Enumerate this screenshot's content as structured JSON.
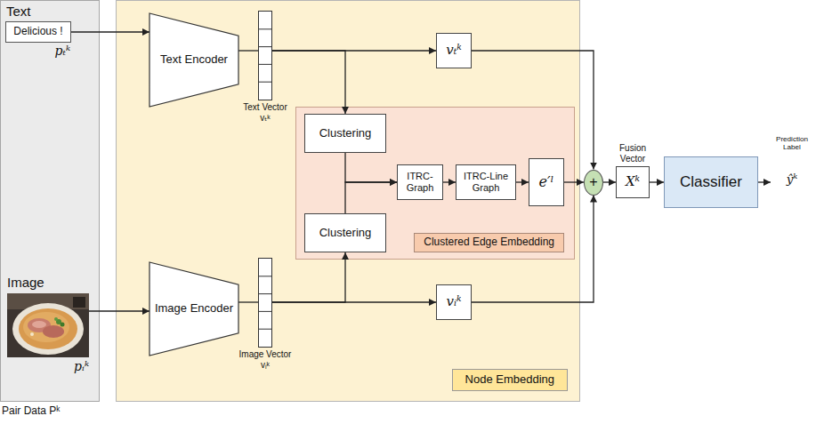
{
  "diagram": {
    "nodes": [
      {
        "text": [
          "Pair Data Pᵏ"
        ]
      },
      {
        "text": [
          "Text",
          "Delicious !",
          "pₜᵏ"
        ],
        "in": 0
      },
      {
        "text": [
          "Image",
          "pᵢᵏ"
        ],
        "in": 0
      },
      {
        "text": [
          "Node Embedding"
        ]
      },
      {
        "text": [
          "Text Encoder"
        ],
        "in": 3
      },
      {
        "text": [
          "Text Vector vₜᵏ"
        ],
        "in": 3
      },
      {
        "text": [
          "Image Encoder"
        ],
        "in": 3
      },
      {
        "text": [
          "Image Vector vᵢᵏ"
        ],
        "in": 3
      },
      {
        "text": [
          "vₜᵏ"
        ],
        "in": 3
      },
      {
        "text": [
          "vᵢᵏ"
        ],
        "in": 3
      },
      {
        "text": [
          "Clustered Edge Embedding"
        ],
        "in": 3
      },
      {
        "text": [
          "Clustering"
        ],
        "in": 10
      },
      {
        "text": [
          "Clustering"
        ],
        "in": 10
      },
      {
        "text": [
          "ITRC-Graph"
        ],
        "in": 10
      },
      {
        "text": [
          "ITRC-Line Graph"
        ],
        "in": 10
      },
      {
        "text": [
          "e′ˡ"
        ],
        "in": 10
      },
      {
        "text": [
          "+"
        ]
      },
      {
        "text": [
          "Fusion Vector",
          "Xᵏ"
        ]
      },
      {
        "text": [
          "Classifier"
        ]
      },
      {
        "text": [
          "Prediction Label",
          "ŷᵏ"
        ]
      }
    ],
    "edges": [
      {
        "from": 1,
        "to": 4,
        "arrow": "to"
      },
      {
        "from": 2,
        "to": 6,
        "arrow": "to"
      },
      {
        "from": 4,
        "to": 5,
        "arrow": "none"
      },
      {
        "from": 6,
        "to": 7,
        "arrow": "none"
      },
      {
        "from": 5,
        "to": 8,
        "arrow": "to"
      },
      {
        "from": 7,
        "to": 9,
        "arrow": "to"
      },
      {
        "from": 5,
        "to": 11,
        "arrow": "to"
      },
      {
        "from": 7,
        "to": 12,
        "arrow": "to"
      },
      {
        "from": 11,
        "to": 13,
        "arrow": "to"
      },
      {
        "from": 12,
        "to": 13,
        "arrow": "to"
      },
      {
        "from": 13,
        "to": 14,
        "arrow": "to"
      },
      {
        "from": 14,
        "to": 15,
        "arrow": "to"
      },
      {
        "from": 15,
        "to": 16,
        "arrow": "to"
      },
      {
        "from": 8,
        "to": 16,
        "arrow": "to"
      },
      {
        "from": 9,
        "to": 16,
        "arrow": "to"
      },
      {
        "from": 16,
        "to": 17,
        "arrow": "to"
      },
      {
        "from": 17,
        "to": 18,
        "arrow": "to"
      },
      {
        "from": 18,
        "to": 19,
        "arrow": "to"
      }
    ]
  }
}
